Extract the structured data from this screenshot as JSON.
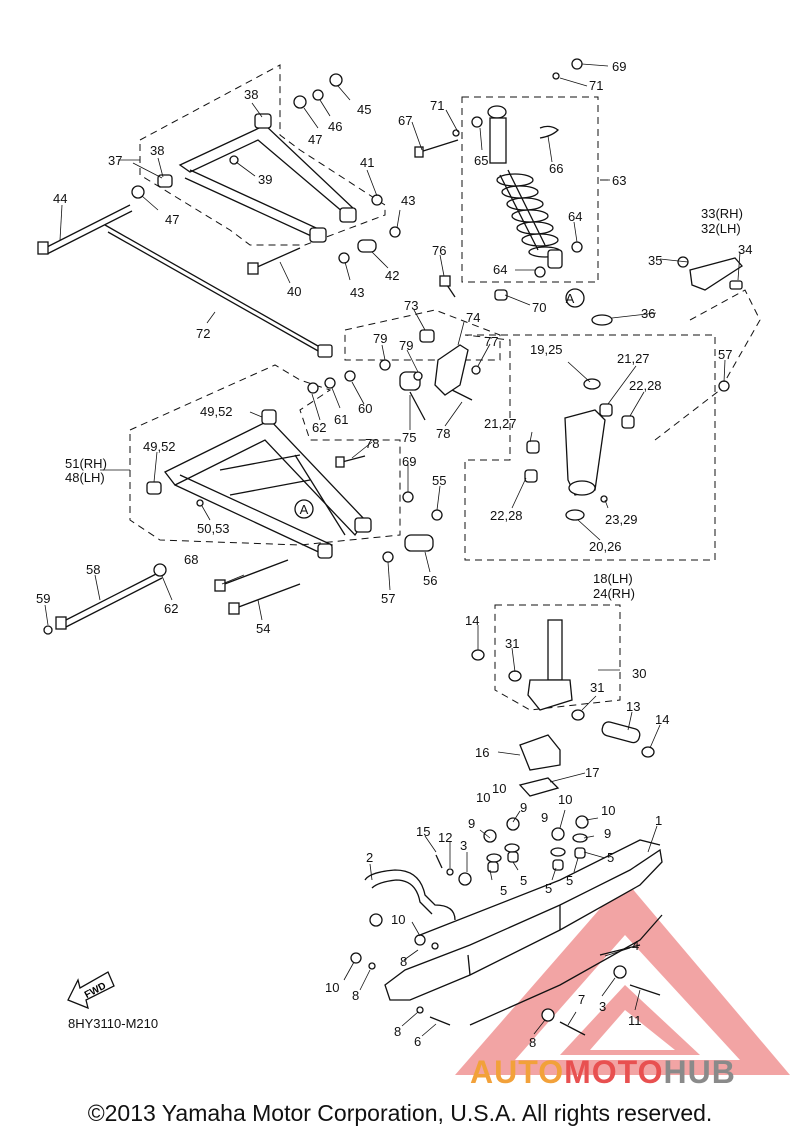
{
  "diagram_code": "8HY3110-M210",
  "copyright": "©2013 Yamaha Motor Corporation, U.S.A. All rights reserved.",
  "fwd_label": "FWD",
  "watermark": {
    "part1": "AUTO",
    "part2": "MOTO",
    "part3": "HUB"
  },
  "labels": {
    "p1": "1",
    "p2": "2",
    "p3": "3",
    "p3b": "3",
    "p4": "4",
    "p5a": "5",
    "p5b": "5",
    "p5c": "5",
    "p5d": "5",
    "p5e": "5",
    "p6": "6",
    "p7": "7",
    "p8a": "8",
    "p8b": "8",
    "p8c": "8",
    "p8d": "8",
    "p9a": "9",
    "p9b": "9",
    "p9c": "9",
    "p9d": "9",
    "p10a": "10",
    "p10b": "10",
    "p10c": "10",
    "p10d": "10",
    "p10e": "10",
    "p10f": "10",
    "p11": "11",
    "p12": "12",
    "p13": "13",
    "p14a": "14",
    "p14b": "14",
    "p15": "15",
    "p16": "16",
    "p17": "17",
    "p18_24": [
      "18(LH)",
      "24(RH)"
    ],
    "p19_25": "19,25",
    "p20_26": "20,26",
    "p21_27a": "21,27",
    "p21_27b": "21,27",
    "p22_28a": "22,28",
    "p22_28b": "22,28",
    "p23_29": "23,29",
    "p30": "30",
    "p31a": "31",
    "p31b": "31",
    "p33_32": [
      "33(RH)",
      "32(LH)"
    ],
    "p34": "34",
    "p35": "35",
    "p36": "36",
    "p37": "37",
    "p38a": "38",
    "p38b": "38",
    "p39": "39",
    "p40": "40",
    "p41": "41",
    "p42": "42",
    "p43a": "43",
    "p43b": "43",
    "p44": "44",
    "p45": "45",
    "p46": "46",
    "p47a": "47",
    "p47b": "47",
    "p49_52a": "49,52",
    "p49_52b": "49,52",
    "p50_53": "50,53",
    "p51_48": [
      "51(RH)",
      "48(LH)"
    ],
    "p54": "54",
    "p55": "55",
    "p56": "56",
    "p57a": "57",
    "p57b": "57",
    "p58": "58",
    "p59": "59",
    "p60": "60",
    "p61": "61",
    "p62a": "62",
    "p62b": "62",
    "p63": "63",
    "p64a": "64",
    "p64b": "64",
    "p65": "65",
    "p66": "66",
    "p67": "67",
    "p68": "68",
    "p69a": "69",
    "p69b": "69",
    "p70": "70",
    "p71a": "71",
    "p71b": "71",
    "p72": "72",
    "p73": "73",
    "p74": "74",
    "p75": "75",
    "p76": "76",
    "p77": "77",
    "p78a": "78",
    "p78b": "78",
    "p79a": "79",
    "p79b": "79",
    "refA1": "A",
    "refA2": "A"
  }
}
